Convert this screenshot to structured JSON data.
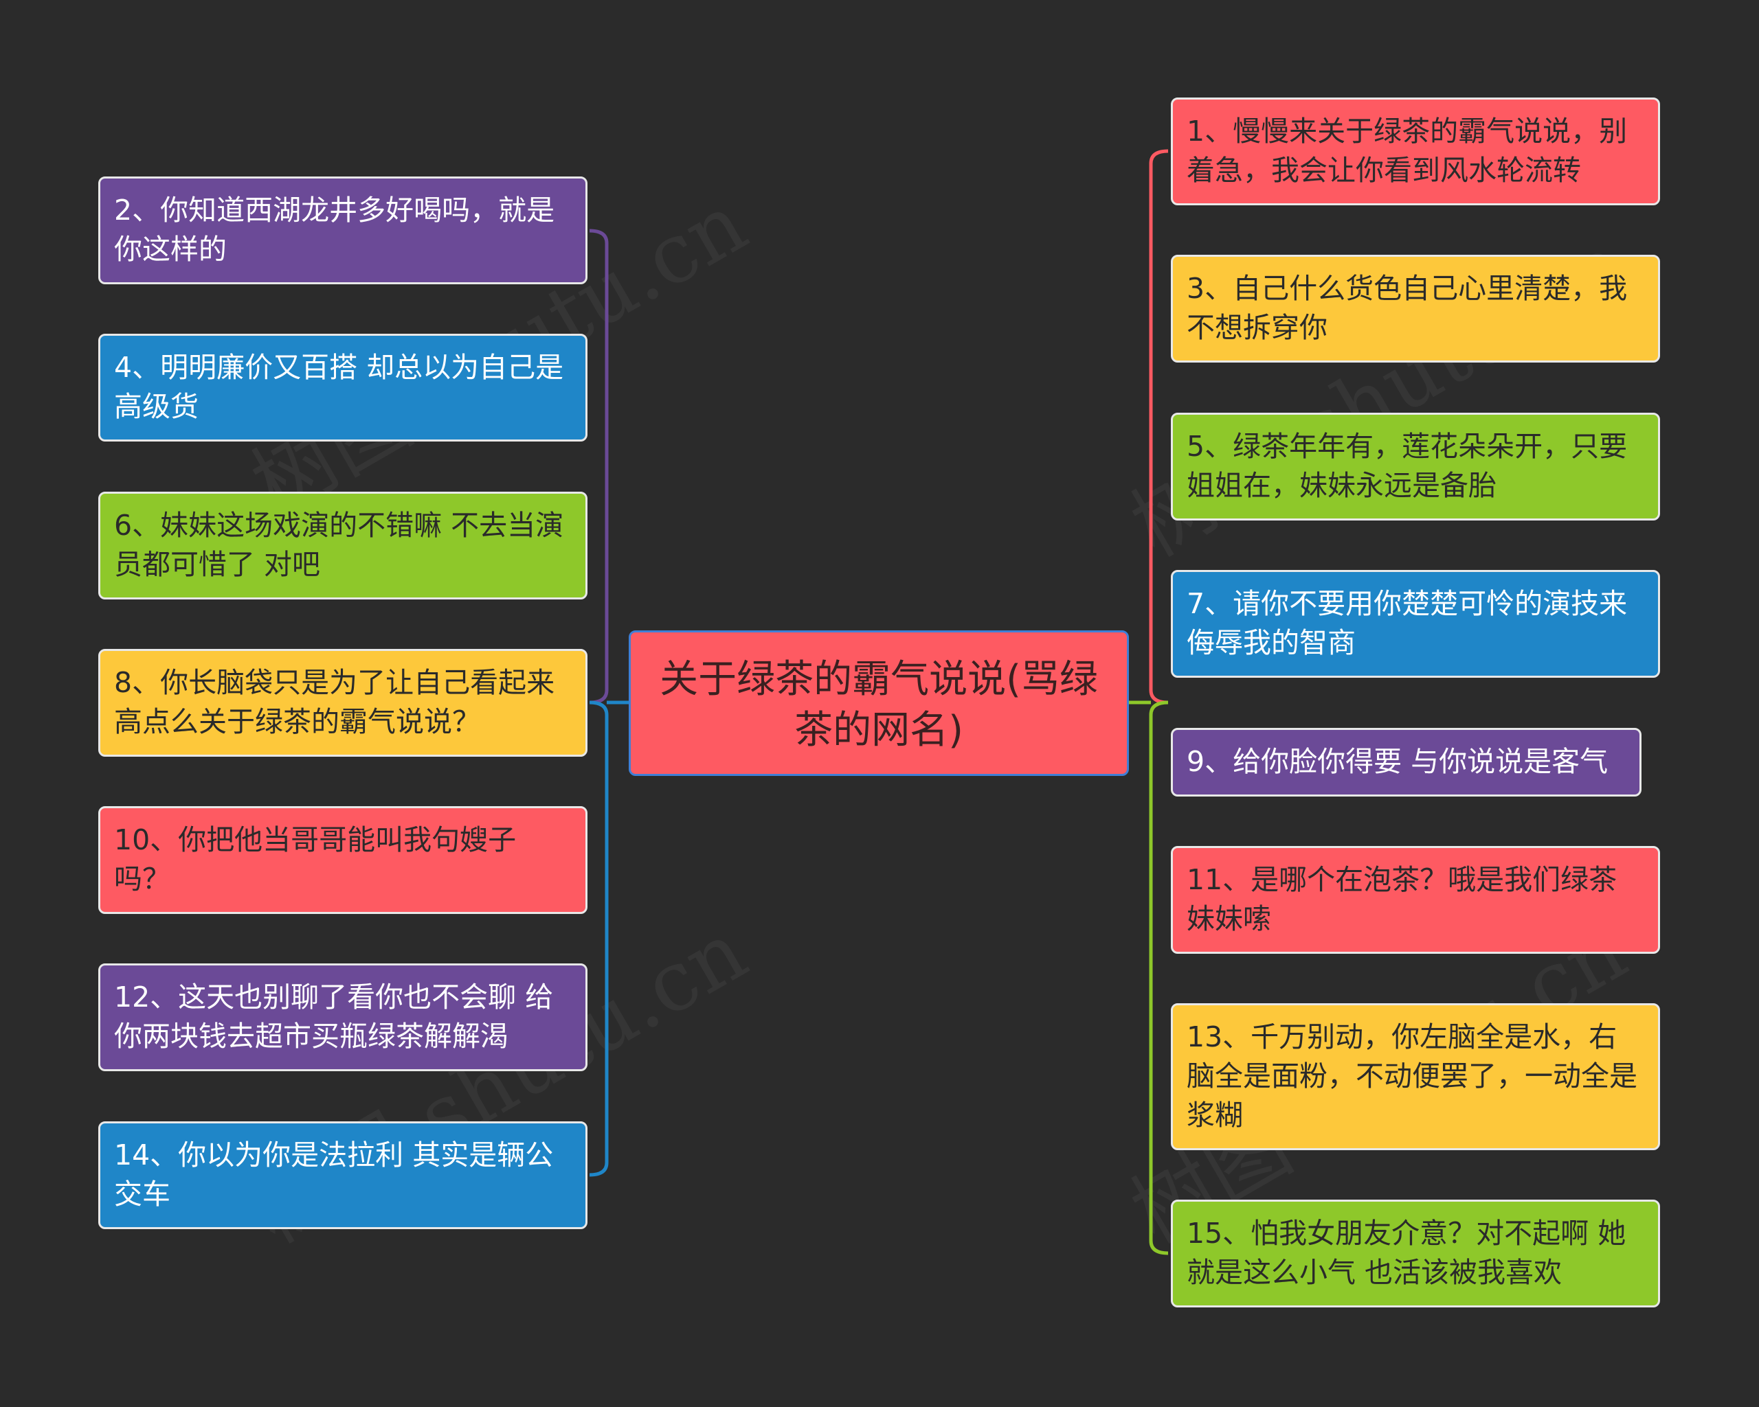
{
  "central": {
    "title": "关于绿茶的霸气说说(骂绿茶的网名)",
    "color": "#fe5a62"
  },
  "palette": {
    "red": "#fe5a62",
    "yellow": "#fdc83b",
    "green": "#8ec82a",
    "blue": "#1f86c8",
    "purple": "#6b4a97",
    "background": "#2b2b2b"
  },
  "left_nodes": [
    {
      "text": "2、你知道西湖龙井多好喝吗，就是你这样的",
      "color": "purple"
    },
    {
      "text": "4、明明廉价又百搭 却总以为自己是高级货",
      "color": "blue"
    },
    {
      "text": "6、妹妹这场戏演的不错嘛 不去当演员都可惜了 对吧",
      "color": "green"
    },
    {
      "text": "8、你长脑袋只是为了让自己看起来高点么关于绿茶的霸气说说？",
      "color": "yellow"
    },
    {
      "text": "10、你把他当哥哥能叫我句嫂子吗？",
      "color": "red"
    },
    {
      "text": "12、这天也别聊了看你也不会聊 给你两块钱去超市买瓶绿茶解解渴",
      "color": "purple"
    },
    {
      "text": "14、你以为你是法拉利 其实是辆公交车",
      "color": "blue"
    }
  ],
  "right_nodes": [
    {
      "text": "1、慢慢来关于绿茶的霸气说说，别着急，我会让你看到风水轮流转",
      "color": "red"
    },
    {
      "text": "3、自己什么货色自己心里清楚，我不想拆穿你",
      "color": "yellow"
    },
    {
      "text": "5、绿茶年年有，莲花朵朵开，只要姐姐在，妹妹永远是备胎",
      "color": "green"
    },
    {
      "text": "7、请你不要用你楚楚可怜的演技来侮辱我的智商",
      "color": "blue"
    },
    {
      "text": "9、给你脸你得要 与你说说是客气",
      "color": "purple"
    },
    {
      "text": "11、是哪个在泡茶？哦是我们绿茶妹妹嗦",
      "color": "red"
    },
    {
      "text": "13、千万别动，你左脑全是水，右脑全是面粉，不动便罢了，一动全是浆糊",
      "color": "yellow"
    },
    {
      "text": "15、怕我女朋友介意？对不起啊 她就是这么小气 也活该被我喜欢",
      "color": "green"
    }
  ],
  "watermark": "树图 shutu.cn"
}
